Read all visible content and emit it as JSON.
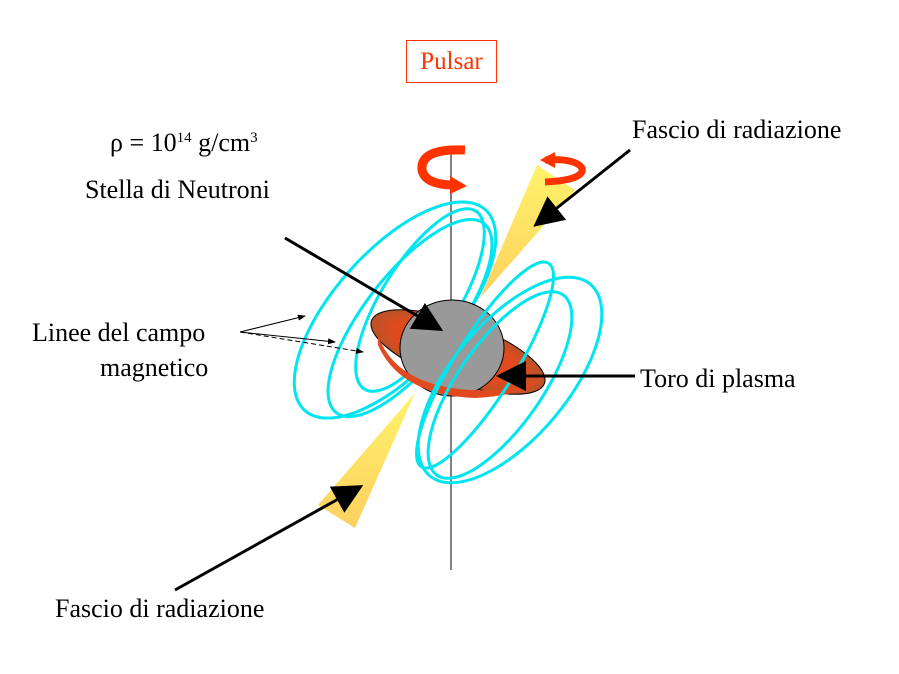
{
  "title": "Pulsar",
  "labels": {
    "density_prefix": "ρ = 10",
    "density_exp": "14",
    "density_unit": " g/cm",
    "density_unit_exp": "3",
    "neutron_star": "Stella di Neutroni",
    "beam_top": "Fascio di radiazione",
    "field_lines_1": "Linee del campo",
    "field_lines_2": "magnetico",
    "plasma_torus": "Toro di plasma",
    "beam_bottom": "Fascio di radiazione"
  },
  "colors": {
    "title": "#ff3300",
    "field_lines": "#00e5f0",
    "star": "#999999",
    "torus": "#a0522d",
    "beam": "#ffe66a",
    "rotation": "#ff3300"
  }
}
